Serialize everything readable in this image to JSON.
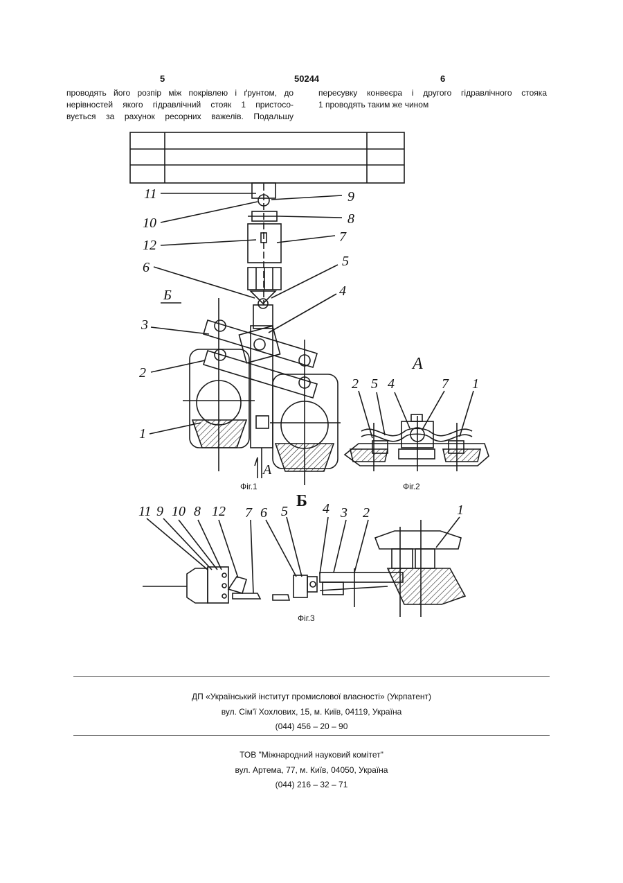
{
  "header": {
    "page_left": "5",
    "doc_number": "50244",
    "page_right": "6"
  },
  "text": {
    "left_lines": [
      "проводять його розпір між покрівлею і ґрунтом, до",
      "нерівностей якого гідравлічний стояк 1 пристосо-",
      "вується за рахунок ресорних важелів. Подальшу"
    ],
    "right_lines": [
      "пересувку конвеєра і другого гідравлічного стояка",
      "1 проводять таким же чином"
    ]
  },
  "figures": {
    "fig1": {
      "caption": "Фіг.1",
      "view_letter": "Б",
      "section_letter": "А",
      "callouts": [
        "11",
        "10",
        "12",
        "6",
        "3",
        "2",
        "1",
        "9",
        "8",
        "7",
        "5",
        "4"
      ]
    },
    "fig2": {
      "caption": "Фіг.2",
      "view_letter": "А",
      "callouts": [
        "2",
        "5",
        "4",
        "7",
        "1"
      ]
    },
    "fig3": {
      "caption": "Фіг.3",
      "view_letter": "Б",
      "callouts": [
        "11",
        "9",
        "10",
        "8",
        "12",
        "7",
        "6",
        "5",
        "4",
        "3",
        "2",
        "1"
      ]
    }
  },
  "footer": {
    "org1": "ДП «Український інститут промислової власності» (Укрпатент)",
    "addr1": "вул. Сім'ї Хохлових, 15, м. Київ, 04119, Україна",
    "phone1": "(044) 456 – 20 – 90",
    "org2": "ТОВ \"Міжнародний науковий комітет\"",
    "addr2": "вул. Артема, 77, м. Київ, 04050, Україна",
    "phone2": "(044) 216 – 32 – 71"
  }
}
